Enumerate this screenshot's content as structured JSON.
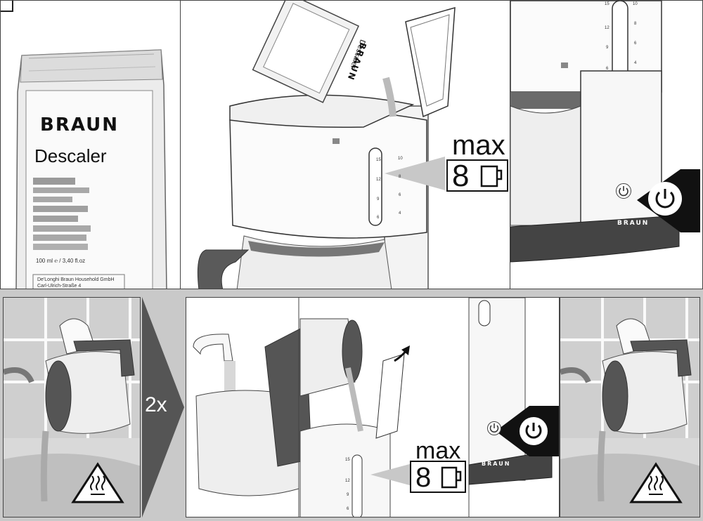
{
  "step1": {
    "corner_marker": "",
    "pouch": {
      "brand": "BRAUN",
      "product": "Descaler",
      "volume": "100 ml ℮ / 3,40 fl.oz",
      "address_line1": "De'Longhi Braun Household GmbH",
      "address_line2": "Carl-Ulrich-Straße 4"
    }
  },
  "step2": {
    "pour_pouch_brand": "BRAUN",
    "pour_pouch_product": "Descaler",
    "max_label": "max",
    "max_value": "8",
    "scale_top": [
      "15",
      "10"
    ],
    "scale_values_left": [
      "12",
      "9",
      "6"
    ],
    "scale_values_right": [
      "8",
      "6",
      "4"
    ]
  },
  "step3": {
    "scale_values_left": [
      "15",
      "12",
      "9",
      "6"
    ],
    "scale_values_right": [
      "10",
      "8",
      "6",
      "4"
    ],
    "base_brand": "BRAUN"
  },
  "step4": {
    "repeat_count": "2x"
  },
  "step5": {
    "max_label": "max",
    "max_value": "8",
    "scale_values": [
      "15",
      "12",
      "9",
      "6"
    ],
    "base_brand": "BRAUN"
  },
  "colors": {
    "background": "#c9c9c9",
    "outline": "#222222",
    "dark_plastic": "#555555",
    "arrow_fill": "#c8c8c8",
    "button_arrow": "#111111"
  },
  "icons": [
    "power-icon",
    "hot-surface-warning-icon",
    "cup-icon",
    "arrow-up-icon"
  ]
}
